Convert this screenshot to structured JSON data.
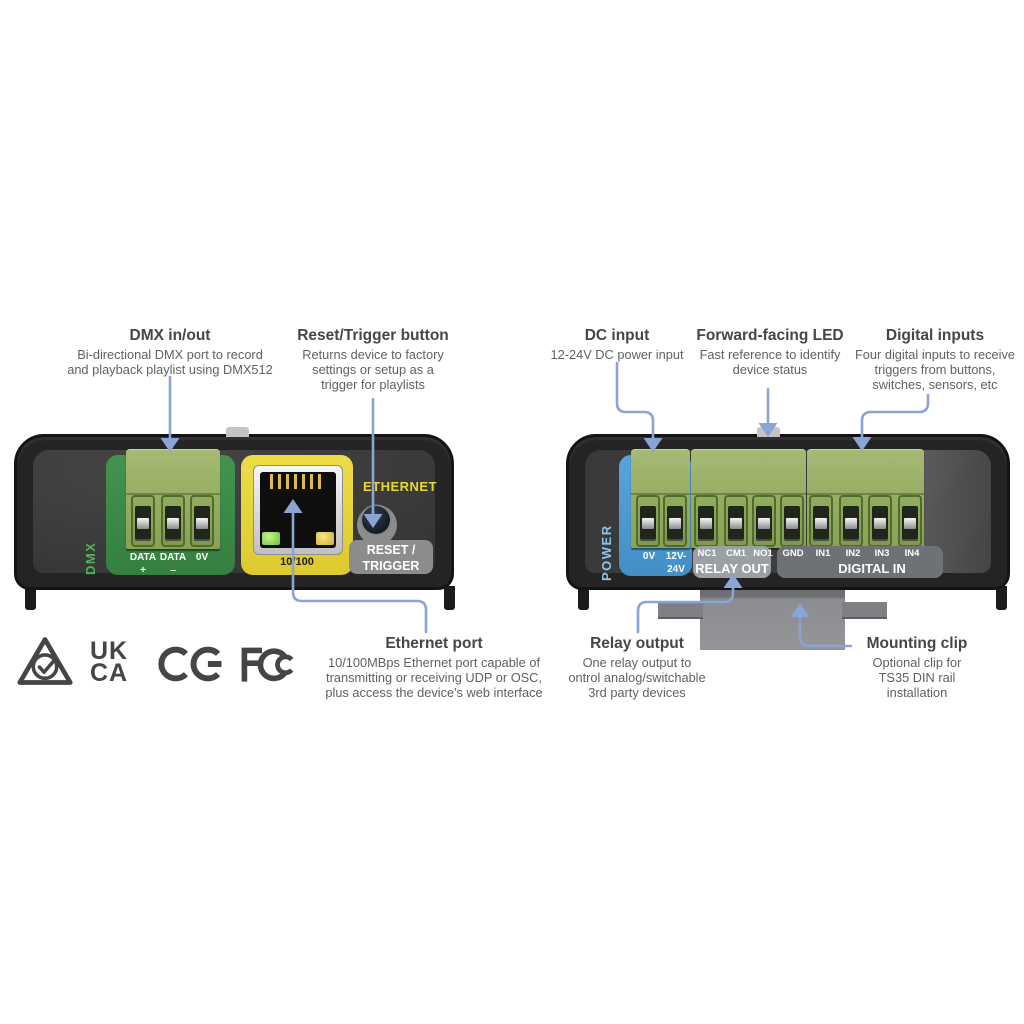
{
  "callouts": {
    "dmx": {
      "title": "DMX in/out",
      "body": "Bi-directional DMX port to record\nand playback playlist using DMX512"
    },
    "reset": {
      "title": "Reset/Trigger button",
      "body": "Returns device to factory\nsettings or setup as a\ntrigger for playlists"
    },
    "dc": {
      "title": "DC input",
      "body": "12-24V DC power input"
    },
    "led": {
      "title": "Forward-facing LED",
      "body": "Fast reference to identify\ndevice status"
    },
    "digital": {
      "title": "Digital inputs",
      "body": "Four digital inputs to receive\ntriggers from buttons,\nswitches, sensors, etc"
    },
    "ethernet": {
      "title": "Ethernet port",
      "body": "10/100MBps Ethernet port capable of\ntransmitting or receiving UDP or OSC,\nplus access the device's web interface"
    },
    "relay": {
      "title": "Relay output",
      "body": "One relay output to\nontrol analog/switchable\n3rd party devices"
    },
    "clip": {
      "title": "Mounting clip",
      "body": "Optional clip for\nTS35 DIN rail\ninstallation"
    }
  },
  "device_front": {
    "side_label": "DMX",
    "pin_labels": [
      "DATA\n+",
      "DATA\n–",
      "0V"
    ],
    "ethernet_label": "ETHERNET",
    "port_label": "10/100",
    "reset_badge": "RESET /\nTRIGGER"
  },
  "device_rear": {
    "side_label": "POWER",
    "power_pins": [
      "0V",
      "12V-\n24V"
    ],
    "relay_pins": [
      "NC1",
      "CM1",
      "NO1"
    ],
    "relay_badge": "RELAY OUT",
    "digital_pins": [
      "GND",
      "IN1",
      "IN2",
      "IN3",
      "IN4"
    ],
    "digital_badge": "DIGITAL IN"
  },
  "certifications": {
    "rcm": "RCM mark",
    "ukca_line1": "UK",
    "ukca_line2": "CA",
    "ce": "CE mark",
    "fcc": "FCC mark"
  },
  "colors": {
    "arrow_blue": "#8ba4d6",
    "dmx_green": "#3c8a4a",
    "ethernet_yellow": "#e5d43a",
    "power_blue": "#4d9cd3",
    "terminal_green": "#97ae63",
    "enclosure_black": "#242424"
  }
}
